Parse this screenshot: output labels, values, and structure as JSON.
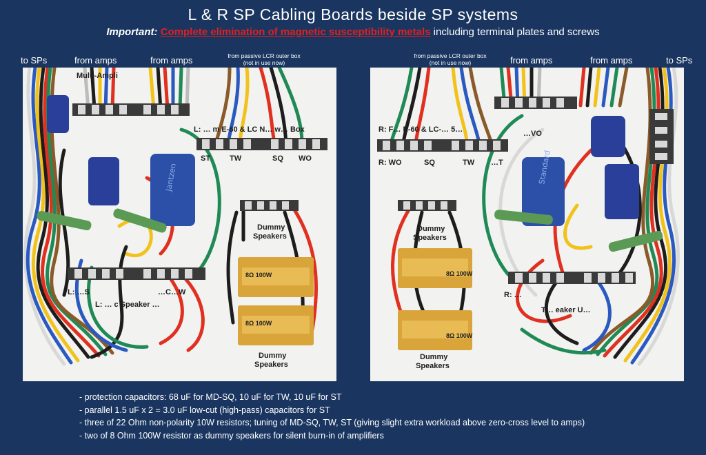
{
  "title": "L & R SP Cabling Boards beside SP systems",
  "subtitle": {
    "important": "Important:",
    "highlight": "Complete elimination of magnetic susceptibility metals",
    "rest": " including terminal plates and screws"
  },
  "left_labels": {
    "to_sps": "to SPs",
    "from_amps_1": "from amps",
    "from_amps_2": "from amps",
    "passive_box": "from passive LCR outer box",
    "not_in_use": "(not in use now)"
  },
  "right_labels": {
    "passive_box": "from passive LCR outer box",
    "not_in_use": "(not in use now)",
    "from_amps_1": "from amps",
    "from_amps_2": "from amps",
    "to_sps": "to SPs"
  },
  "left_board": {
    "multi_amp": "Multi-Ampli",
    "box_label": "L: … m E-60 & LC N… w… Box",
    "st": "ST",
    "tw": "TW",
    "sq": "SQ",
    "wo": "WO",
    "dummy_top": "Dummy",
    "dummy_top2": "Speakers",
    "res1_text": "8Ω 100W",
    "res2_text": "8Ω 100W",
    "dummy_bottom": "Dummy",
    "dummy_bottom2": "Speakers",
    "l_label": "L: …S",
    "to_speaker": "L: … c Speaker …",
    "ch_label": "…C…W"
  },
  "right_board": {
    "box_label": "R: F… E-60 & LC-… 5…",
    "r_wo": "R:   WO",
    "sq": "SQ",
    "tw": "TW",
    "st": "…T",
    "wo_small": "…VO",
    "dummy_top": "Dummy",
    "dummy_top2": "Speakers",
    "res1_text": "8Ω 100W",
    "res2_text": "8Ω 100W",
    "dummy_bottom": "Dummy",
    "dummy_bottom2": "Speakers",
    "r_label": "R: …",
    "to_speaker": "T… eaker U…"
  },
  "notes": [
    "- protection capacitors: 68 uF for MD-SQ, 10 uF for TW, 10 uF for ST",
    "- parallel 1.5 uF x 2 = 3.0 uF low-cut (high-pass) capacitors for ST",
    "- three of 22 Ohm non-polarity 10W resistors; tuning of MD-SQ, TW, ST (giving slight extra workload above zero-cross level to amps)",
    "- two of 8 Ohm 100W resistor as dummy speakers for silent burn-in of amplifiers"
  ],
  "colors": {
    "background": "#1a3660",
    "highlight_red": "#e41e1e",
    "board": "#f2f2f0"
  }
}
